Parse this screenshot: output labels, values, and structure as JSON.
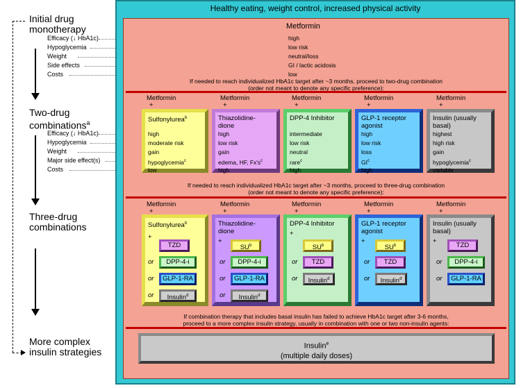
{
  "stages": {
    "s1": "Initial drug monotherapy",
    "s2": "Two-drug combinations",
    "s2_sup": "a",
    "s3": "Three-drug combinations",
    "s4": "More complex insulin strategies"
  },
  "attributes": {
    "efficacy": "Efficacy (↓ HbA1c)",
    "hypo": "Hypoglycemia",
    "weight": "Weight",
    "side_effects": "Side effects",
    "major_side": "Major side effect(s)",
    "costs": "Costs"
  },
  "header": "Healthy eating, weight control, increased physical activity",
  "mono": {
    "title": "Metformin",
    "values": [
      "high",
      "low risk",
      "neutral/loss",
      "GI / lactic acidosis",
      "low"
    ]
  },
  "note1": "If needed to reach individualized HbA1c target after ~3 months, proceed to two-drug combination",
  "note1b": "(order not meant to denote any specific preference):",
  "note2": "If needed to reach individualized HbA1c target after ~3 months, proceed to three-drug combination",
  "note2b": "(order not meant to denote any specific preference):",
  "note3": "If combination therapy that includes basal insulin has failed to achieve HbA1c target after 3-6 months,",
  "note3b": "proceed to a more complex insulin strategy, usually in combination with one or two non-insulin agents:",
  "metformin": "Metformin",
  "plus": "+",
  "or": "or",
  "two": [
    {
      "name": "Sulfonylurea",
      "sup": "b",
      "values": [
        "high",
        "moderate risk",
        "gain",
        "hypoglycemia",
        "low"
      ],
      "vsup": [
        "",
        "",
        "",
        "c",
        ""
      ]
    },
    {
      "name": "Thiazolidine-dione",
      "sup": "",
      "values": [
        "high",
        "low risk",
        "gain",
        "edema, HF, Fx's",
        "high"
      ],
      "vsup": [
        "",
        "",
        "",
        "c",
        ""
      ]
    },
    {
      "name": "DPP-4 Inhibitor",
      "sup": "",
      "values": [
        "intermediate",
        "low risk",
        "neutral",
        "rare",
        "high"
      ],
      "vsup": [
        "",
        "",
        "",
        "c",
        ""
      ]
    },
    {
      "name": "GLP-1 receptor agonist",
      "sup": "",
      "values": [
        "high",
        "low risk",
        "loss",
        "GI",
        "high"
      ],
      "vsup": [
        "",
        "",
        "",
        "c",
        ""
      ]
    },
    {
      "name": "Insulin (usually basal)",
      "sup": "",
      "values": [
        "highest",
        "high risk",
        "gain",
        "hypoglycemia",
        "variable"
      ],
      "vsup": [
        "",
        "",
        "",
        "c",
        ""
      ]
    }
  ],
  "three": [
    {
      "name": "Sulfonylurea",
      "sup": "b",
      "chips": [
        "TZD",
        "DPP-4-i",
        "GLP-1-RA",
        "Insulin"
      ],
      "chipsup": [
        "",
        "",
        "",
        "d"
      ]
    },
    {
      "name": "Thiazolidine-dione",
      "sup": "",
      "chips": [
        "SU",
        "DPP-4-i",
        "GLP-1-RA",
        "Insulin"
      ],
      "chipsup": [
        "b",
        "",
        "",
        "d"
      ]
    },
    {
      "name": "DPP-4 Inhibitor",
      "sup": "",
      "chips": [
        "SU",
        "TZD",
        "Insulin"
      ],
      "chipsup": [
        "b",
        "",
        "d"
      ]
    },
    {
      "name": "GLP-1 receptor agonist",
      "sup": "",
      "chips": [
        "SU",
        "TZD",
        "Insulin"
      ],
      "chipsup": [
        "b",
        "",
        "d"
      ]
    },
    {
      "name": "Insulin (usually basal)",
      "sup": "",
      "chips": [
        "TZD",
        "DPP-4-i",
        "GLP-1-RA"
      ],
      "chipsup": [
        "",
        "",
        ""
      ]
    }
  ],
  "final": {
    "name": "Insulin",
    "sup": "e",
    "sub": "(multiple daily doses)"
  }
}
